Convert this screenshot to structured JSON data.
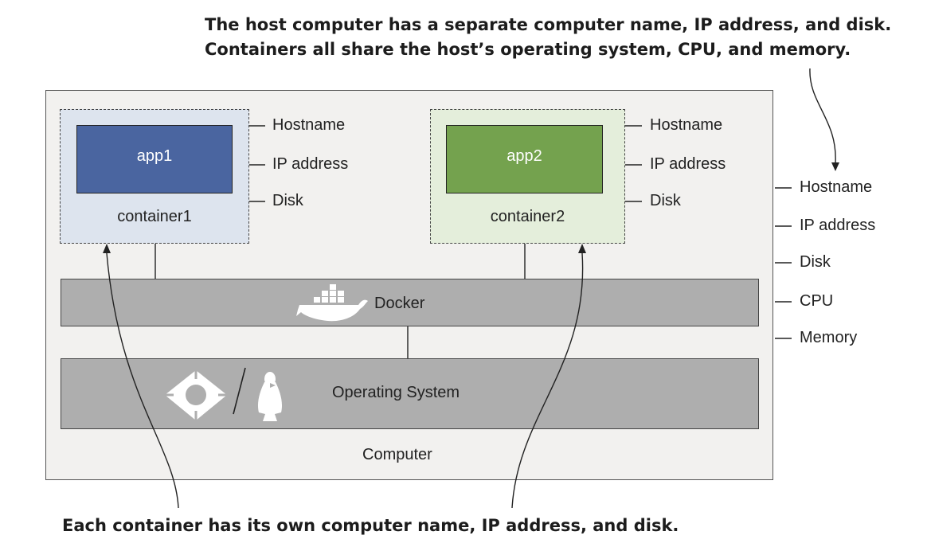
{
  "callouts": {
    "top_line1": "The host computer has a separate computer name, IP address, and disk.",
    "top_line2": "Containers all share the host’s operating system, CPU, and memory.",
    "bottom": "Each container has its own computer name, IP address, and disk."
  },
  "computer": {
    "label": "Computer"
  },
  "containers": [
    {
      "app": "app1",
      "label": "container1",
      "color": "#4a65a0",
      "bg": "#dde4ee",
      "resources": [
        "Hostname",
        "IP address",
        "Disk"
      ]
    },
    {
      "app": "app2",
      "label": "container2",
      "color": "#74a24e",
      "bg": "#e4eedb",
      "resources": [
        "Hostname",
        "IP address",
        "Disk"
      ]
    }
  ],
  "docker": {
    "label": "Docker",
    "icon": "docker-whale-icon"
  },
  "os": {
    "label": "Operating System",
    "icons": [
      "windows-diamond-icon",
      "linux-penguin-icon"
    ]
  },
  "host_resources": [
    "Hostname",
    "IP address",
    "Disk",
    "CPU",
    "Memory"
  ]
}
